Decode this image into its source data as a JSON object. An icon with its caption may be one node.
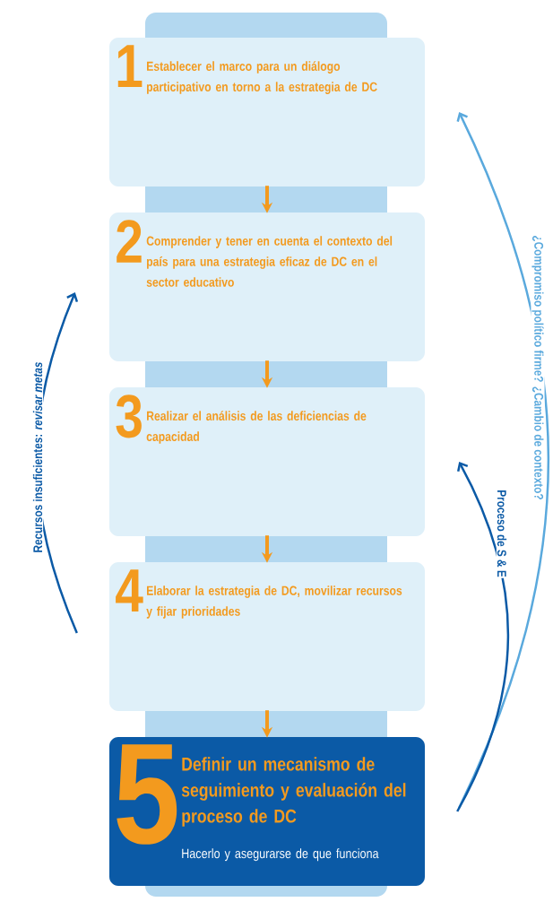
{
  "diagram": {
    "nodes": [
      {
        "text": [
          "1",
          "Establecer el marco para un diálogo participativo en torno a la estrategia de DC"
        ]
      },
      {
        "text": [
          "2",
          "Comprender y tener en cuenta el contexto del país para una estrategia eficaz de DC en el sector educativo"
        ]
      },
      {
        "text": [
          "3",
          "Realizar el análisis de las deficiencias de capacidad"
        ]
      },
      {
        "text": [
          "4",
          "Elaborar la estrategia de DC, movilizar recursos y fijar prioridades"
        ]
      },
      {
        "text": [
          "5",
          "Definir un mecanismo de seguimiento y evaluación del proceso de DC",
          "Hacerlo y asegurarse de que funciona"
        ]
      }
    ],
    "edges": [
      {
        "from": 0,
        "to": 1,
        "arrow": "to"
      },
      {
        "from": 1,
        "to": 2,
        "arrow": "to"
      },
      {
        "from": 2,
        "to": 3,
        "arrow": "to"
      },
      {
        "from": 3,
        "to": 4,
        "arrow": "to"
      },
      {
        "from": 3,
        "to": 1,
        "arrow": "to",
        "label": "Recursos insuficientes: *revisar metas*",
        "color": "#0b5aa6"
      },
      {
        "from": 4,
        "to": 0,
        "arrow": "to",
        "label": "¿Compromiso político firme?  ¿Cambio de contexto?",
        "color": "#5aa9dd"
      },
      {
        "from": 4,
        "to": 2,
        "arrow": "to",
        "label": "Proceso de S & E",
        "color": "#0b5aa6"
      }
    ]
  }
}
